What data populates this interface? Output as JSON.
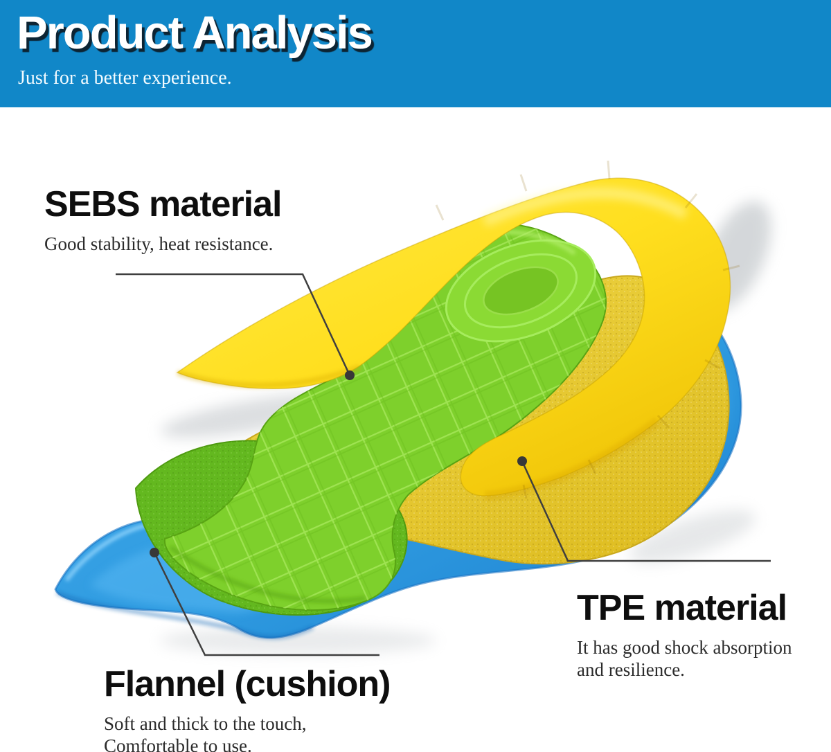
{
  "header": {
    "title": "Product Analysis",
    "subtitle": "Just for a better experience."
  },
  "callouts": {
    "sebs": {
      "title": "SEBS material",
      "lines": [
        "Good stability, heat resistance."
      ]
    },
    "tpe": {
      "title": "TPE material",
      "lines": [
        "It has good shock absorption",
        "and resilience."
      ]
    },
    "flannel": {
      "title": "Flannel (cushion)",
      "lines": [
        "Soft and thick to the touch,",
        "Comfortable to use."
      ]
    }
  },
  "product": {
    "description": "Layered heel cushion insole, exploded stack view",
    "layers": [
      {
        "name": "TPE yellow U-shaped band",
        "color": "#ffdf1f"
      },
      {
        "name": "SEBS green quilted pad",
        "color": "#7ed02c"
      },
      {
        "name": "Flannel yellow cushion layer",
        "color": "#e9cd3b"
      },
      {
        "name": "Blue gel base",
        "color": "#2f9be0"
      }
    ],
    "colors": {
      "header_bg": "#1187c8",
      "leader_line": "#3f3f3f"
    }
  }
}
